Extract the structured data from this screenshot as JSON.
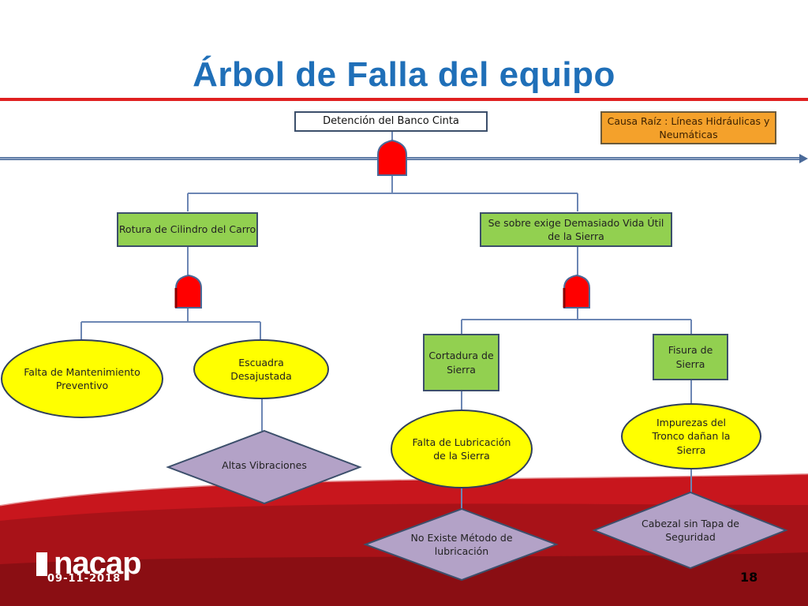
{
  "title": "Árbol de Falla del equipo",
  "top_event": "Detención del Banco Cinta",
  "root_cause": "Causa Raíz :  Líneas Hidráulicas y Neumáticas",
  "branches": [
    {
      "label": "Rotura de Cilindro del Carro",
      "children": [
        {
          "label": "Falta de Mantenimiento Preventivo",
          "shape": "oval"
        },
        {
          "label": "Escuadra Desajustada",
          "shape": "oval",
          "child": {
            "label": "Altas Vibraciones",
            "shape": "diamond"
          }
        }
      ]
    },
    {
      "label": "Se sobre exige Demasiado Vida Útil de la Sierra",
      "children": [
        {
          "label": "Cortadura de Sierra",
          "shape": "rect",
          "child": {
            "label": "Falta  de Lubricación de la Sierra",
            "shape": "oval",
            "child": {
              "label": "No Existe Método de lubricación",
              "shape": "diamond"
            }
          }
        },
        {
          "label": "Fisura de Sierra",
          "shape": "rect",
          "child": {
            "label": "Impurezas del Tronco  dañan la Sierra",
            "shape": "oval",
            "child": {
              "label": "Cabezal sin Tapa de Seguridad",
              "shape": "diamond"
            }
          }
        }
      ]
    }
  ],
  "footer": {
    "date": "09-11-2018",
    "page": "18",
    "logo": "INACAP"
  },
  "colors": {
    "title": "#1f6fb8",
    "accent_red": "#e02020",
    "gate": "#ff0000",
    "green": "#92d050",
    "yellow": "#ffff00",
    "diamond": "#b3a2c7",
    "orange": "#f4a12b"
  }
}
